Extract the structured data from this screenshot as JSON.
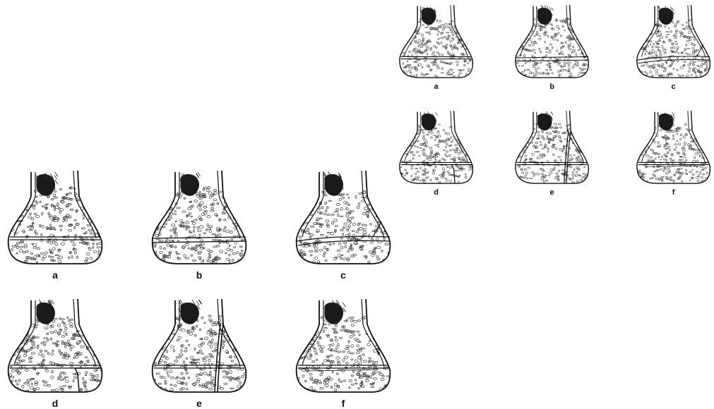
{
  "figures": [
    {
      "panels": [
        {
          "label": "a",
          "fracture": "none"
        },
        {
          "label": "b",
          "fracture": "physis-separation"
        },
        {
          "label": "c",
          "fracture": "physis-metaphysis-corner"
        },
        {
          "label": "d",
          "fracture": "epiphysis-vertical"
        },
        {
          "label": "e",
          "fracture": "epiphysis-metaphysis-vertical"
        },
        {
          "label": "f",
          "fracture": "crush"
        }
      ]
    },
    {
      "panels": [
        {
          "label": "a",
          "fracture": "none"
        },
        {
          "label": "b",
          "fracture": "physis-separation"
        },
        {
          "label": "c",
          "fracture": "physis-metaphysis-corner"
        },
        {
          "label": "d",
          "fracture": "epiphysis-vertical"
        },
        {
          "label": "e",
          "fracture": "epiphysis-metaphysis-vertical"
        },
        {
          "label": "f",
          "fracture": "crush"
        }
      ]
    }
  ]
}
